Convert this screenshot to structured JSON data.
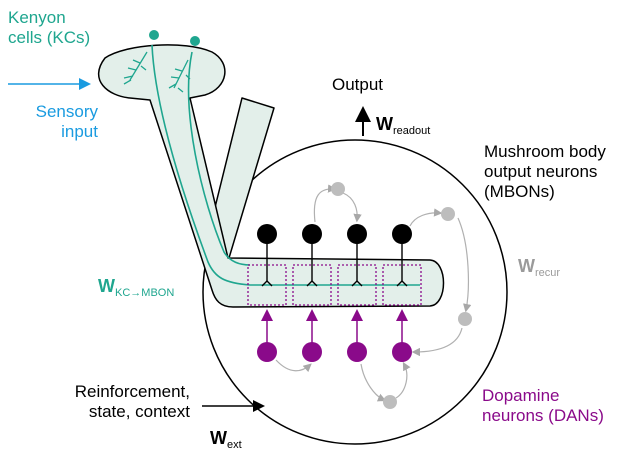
{
  "labels": {
    "kc": [
      "Kenyon",
      "cells (KCs)"
    ],
    "sensory": [
      "Sensory",
      "input"
    ],
    "output": "Output",
    "w_readout_main": "W",
    "w_readout_sub": "readout",
    "mbon": [
      "Mushroom body",
      "output neurons",
      "(MBONs)"
    ],
    "w_recur_main": "W",
    "w_recur_sub": "recur",
    "w_kc_main": "W",
    "w_kc_sub": "KC→MBON",
    "reinforcement": [
      "Reinforcement,",
      "state, context"
    ],
    "w_ext_main": "W",
    "w_ext_sub": "ext",
    "dan": [
      "Dopamine",
      "neurons (DANs)"
    ]
  },
  "colors": {
    "teal": "#1fa68f",
    "blue": "#1a9be0",
    "purple": "#8a0a8a",
    "gray": "#9a9a9a",
    "fill": "#e3efea"
  }
}
